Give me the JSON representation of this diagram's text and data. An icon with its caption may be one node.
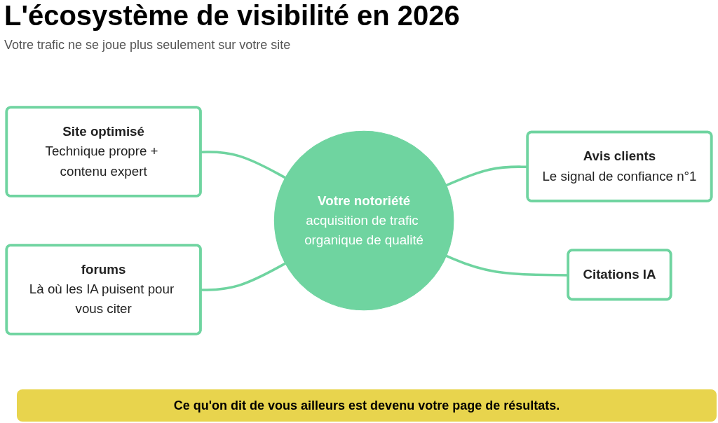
{
  "diagram": {
    "title": "L'écosystème de visibilité en 2026",
    "caption": "Ce qu'on dit de vous ailleurs est devenu votre page de résultats.",
    "labels": [
      "Votre trafic ne se joue plus seulement sur votre site"
    ],
    "nodes": [
      {
        "text": [
          "Site optimisé",
          "Technique propre + contenu expert"
        ]
      },
      {
        "text": [
          "Avis clients",
          "Le signal de confiance n°1"
        ]
      },
      {
        "text": [
          "Votre notoriété",
          "acquisition de trafic organique de qualité"
        ]
      },
      {
        "text": [
          "forums",
          "Là où les IA puisent pour vous citer"
        ]
      },
      {
        "text": [
          "Citations IA"
        ]
      }
    ],
    "edges": [
      {
        "from": 0,
        "to": 2,
        "arrow": "none"
      },
      {
        "from": 2,
        "to": 1,
        "arrow": "none"
      },
      {
        "from": 3,
        "to": 2,
        "arrow": "none"
      },
      {
        "from": 2,
        "to": 4,
        "arrow": "none"
      }
    ]
  }
}
